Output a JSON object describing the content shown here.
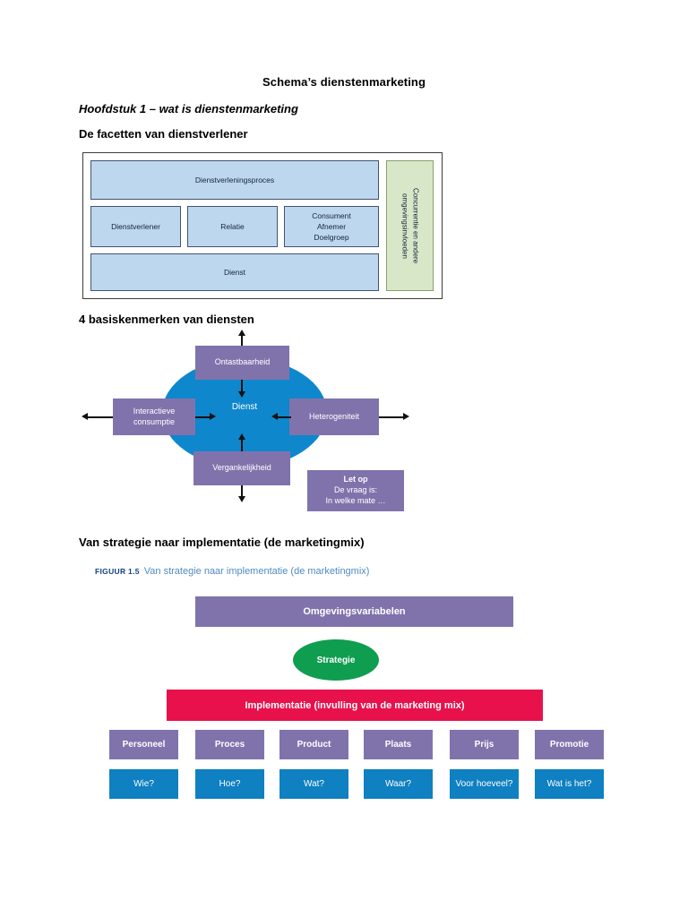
{
  "document": {
    "title": "Schema’s dienstenmarketing",
    "chapter_heading": "Hoofdstuk 1 – wat is dienstenmarketing",
    "section1_heading": "De facetten van dienstverlener",
    "section2_heading": "4 basiskenmerken van diensten",
    "section3_heading": "Van strategie naar implementatie (de marketingmix)"
  },
  "figure1": {
    "proces": "Dienstverleningsproces",
    "dienstverlener": "Dienstverlener",
    "relatie": "Relatie",
    "consument": "Consument\nAfnemer\nDoelgroep",
    "dienst": "Dienst",
    "environment": "Concurrentie en andere\nomgevingsinvloeden",
    "colors": {
      "box_fill": "#bdd7ee",
      "box_border": "#44546a",
      "environment_fill": "#d7e7c8",
      "environment_border": "#8aa06c",
      "outer_border": "#3b3b3b"
    }
  },
  "figure2": {
    "center": "Dienst",
    "top": "Ontastbaarheid",
    "left": "Interactieve consumptie",
    "right": "Heterogeniteit",
    "bottom": "Vergankelijkheid",
    "note": {
      "title": "Let op",
      "line1": "De vraag is:",
      "line2": "In welke mate …"
    },
    "colors": {
      "ellipse": "#0e87cd",
      "box": "#8073ac",
      "arrow": "#111111"
    }
  },
  "figure3": {
    "figure_number": "FIGUUR 1.5",
    "figure_title": "Van strategie naar implementatie (de marketingmix)",
    "omgevingsvariabelen": "Omgevingsvariabelen",
    "strategie": "Strategie",
    "implementatie": "Implementatie (invulling van de marketing mix)",
    "columns": [
      {
        "p": "Personeel",
        "q": "Wie?"
      },
      {
        "p": "Proces",
        "q": "Hoe?"
      },
      {
        "p": "Product",
        "q": "Wat?"
      },
      {
        "p": "Plaats",
        "q": "Waar?"
      },
      {
        "p": "Prijs",
        "q": "Voor hoeveel?"
      },
      {
        "p": "Promotie",
        "q": "Wat is het?"
      }
    ],
    "colors": {
      "purple": "#8073ac",
      "green": "#0f9d4f",
      "red": "#e8114b",
      "blue": "#0f80c1",
      "fig_num": "#10427e",
      "fig_title": "#4f8bc0"
    }
  }
}
